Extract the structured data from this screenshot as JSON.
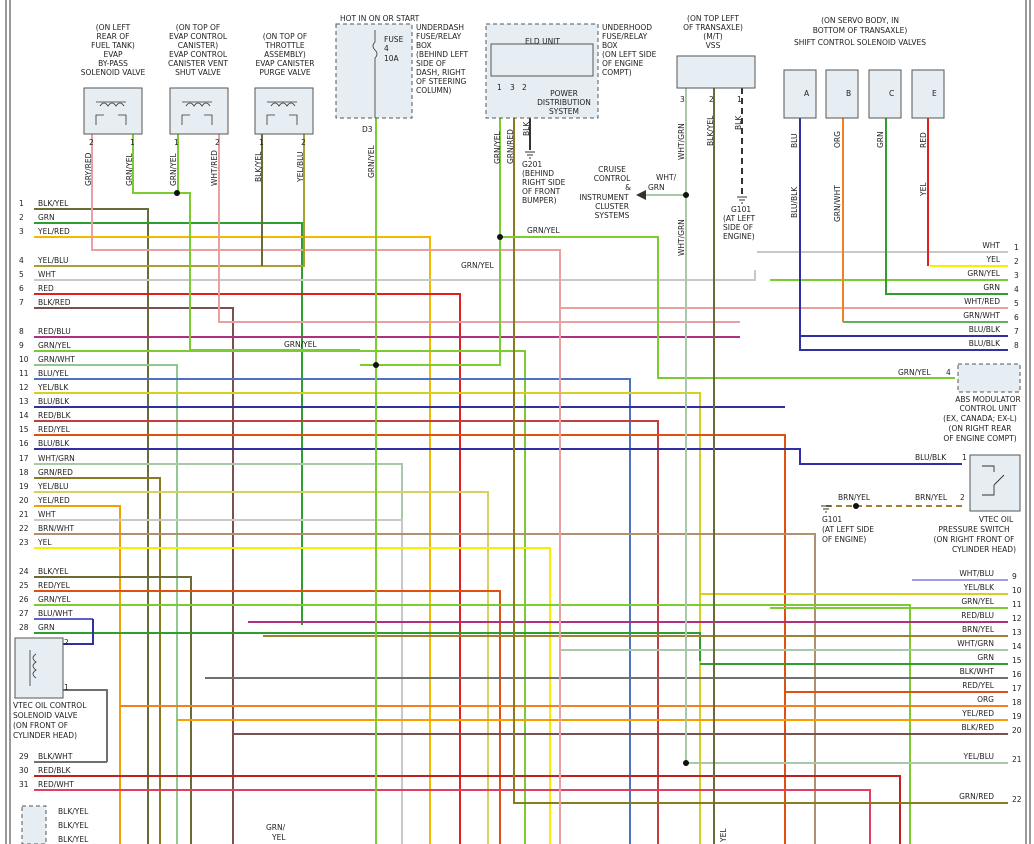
{
  "components": {
    "evap_bypass": [
      "(ON LEFT",
      "REAR OF",
      "FUEL TANK)",
      "EVAP",
      "BY-PASS",
      "SOLENOID VALVE"
    ],
    "evap_vent": [
      "(ON TOP OF",
      "EVAP CONTROL",
      "CANISTER)",
      "EVAP CONTROL",
      "CANISTER VENT",
      "SHUT VALVE"
    ],
    "evap_purge": [
      "(ON TOP OF",
      "THROTTLE",
      "ASSEMBLY)",
      "EVAP CANISTER",
      "PURGE VALVE"
    ],
    "hot_label": "HOT IN ON OR START",
    "fuse": [
      "FUSE",
      "4",
      "10A"
    ],
    "underdash_box": [
      "UNDERDASH",
      "FUSE/RELAY",
      "BOX",
      "(BEHIND LEFT",
      "SIDE OF",
      "DASH, RIGHT",
      "OF STEERING",
      "COLUMN)"
    ],
    "d3": "D3",
    "eld_unit": "ELD UNIT",
    "eld_pins": [
      "1",
      "3",
      "2"
    ],
    "power_dist": [
      "POWER",
      "DISTRIBUTION",
      "SYSTEM"
    ],
    "underhood_box": [
      "UNDERHOOD",
      "FUSE/RELAY",
      "BOX",
      "(ON LEFT SIDE",
      "OF ENGINE",
      "COMPT)"
    ],
    "g201": [
      "G201",
      "(BEHIND",
      "RIGHT SIDE",
      "OF FRONT",
      "BUMPER)"
    ],
    "cruise": [
      "CRUISE",
      "CONTROL",
      "&",
      "INSTRUMENT",
      "CLUSTER",
      "SYSTEMS"
    ],
    "vss": [
      "(ON TOP LEFT",
      "OF TRANSAXLE)",
      "(M/T)",
      "VSS"
    ],
    "vss_pins": [
      "3",
      "2",
      "1"
    ],
    "g101_top": [
      "G101",
      "(AT LEFT",
      "SIDE OF",
      "ENGINE)"
    ],
    "shift_valves": [
      "(ON SERVO BODY, IN",
      "BOTTOM OF TRANSAXLE)",
      "SHIFT CONTROL SOLENOID VALVES"
    ],
    "shift_letters": [
      "A",
      "B",
      "C",
      "E"
    ],
    "abs": [
      "ABS MODULATOR",
      "CONTROL UNIT",
      "(EX, CANADA; EX-L)",
      "(ON RIGHT REAR",
      "OF ENGINE COMPT)"
    ],
    "vtec_switch": [
      "VTEC OIL",
      "PRESSURE SWITCH",
      "(ON RIGHT FRONT OF",
      "CYLINDER HEAD)"
    ],
    "g101_mid": [
      "G101",
      "(AT LEFT SIDE",
      "OF ENGINE)"
    ],
    "vtec_valve": [
      "VTEC OIL CONTROL",
      "SOLENOID VALVE",
      "(ON FRONT OF",
      "CYLINDER HEAD)"
    ]
  },
  "wire_labels": {
    "evap_bypass": [
      "GRY/RED",
      "GRN/YEL"
    ],
    "evap_bypass_pins": [
      "2",
      "1"
    ],
    "evap_vent": [
      "GRN/YEL",
      "WHT/RED"
    ],
    "evap_vent_pins": [
      "1",
      "2"
    ],
    "evap_purge": [
      "BLK/YEL",
      "YEL/BLU"
    ],
    "evap_purge_pins": [
      "1",
      "2"
    ],
    "fuse_out": "GRN/YEL",
    "eld": [
      "GRN/YEL",
      "GRN/RED",
      "BLK"
    ],
    "vss": [
      "WHT/GRN",
      "BLK/YEL",
      "BLK"
    ],
    "vss_lower": "WHT/GRN",
    "cruise_wire": [
      "WHT/",
      "GRN"
    ],
    "shift": [
      "BLU",
      "ORG",
      "GRN",
      "RED"
    ],
    "shift_lower": [
      "BLU/BLK",
      "GRN/WHT",
      "YEL"
    ],
    "mid_grnyel_1": "GRN/YEL",
    "mid_grnyel_2": "GRN/YEL",
    "mid_grnyel_3": "GRN/YEL",
    "abs_wire": "GRN/YEL",
    "abs_pin": "4",
    "vtec_sw_wire": "BLU/BLK",
    "vtec_sw_pins": [
      "1",
      "2"
    ],
    "g101_wire": [
      "BRN/YEL",
      "BRN/YEL"
    ],
    "bottom_grnyel": [
      "GRN/",
      "YEL"
    ],
    "bottom_yel": "YEL",
    "vtec_valve_pins": [
      "2",
      "1"
    ]
  },
  "left_pins": [
    {
      "num": "1",
      "label": "BLK/YEL",
      "color": "#6b6b38"
    },
    {
      "num": "2",
      "label": "GRN",
      "color": "#2e9e2e"
    },
    {
      "num": "3",
      "label": "YEL/RED",
      "color": "#f5b800"
    },
    {
      "num": "4",
      "label": "YEL/BLU",
      "color": "#a8a030"
    },
    {
      "num": "5",
      "label": "WHT",
      "color": "#c8c8c8"
    },
    {
      "num": "6",
      "label": "RED",
      "color": "#e02020"
    },
    {
      "num": "7",
      "label": "BLK/RED",
      "color": "#7a5050"
    },
    {
      "num": "8",
      "label": "RED/BLU",
      "color": "#b03080"
    },
    {
      "num": "9",
      "label": "GRN/YEL",
      "color": "#7acc30"
    },
    {
      "num": "10",
      "label": "GRN/WHT",
      "color": "#90c890"
    },
    {
      "num": "11",
      "label": "BLU/YEL",
      "color": "#5070c0"
    },
    {
      "num": "12",
      "label": "YEL/BLK",
      "color": "#d8d020"
    },
    {
      "num": "13",
      "label": "BLU/BLK",
      "color": "#3030a0"
    },
    {
      "num": "14",
      "label": "RED/BLK",
      "color": "#c04040"
    },
    {
      "num": "15",
      "label": "RED/YEL",
      "color": "#e05010"
    },
    {
      "num": "16",
      "label": "BLU/BLK",
      "color": "#3030a0"
    },
    {
      "num": "17",
      "label": "WHT/GRN",
      "color": "#a8c8a8"
    },
    {
      "num": "18",
      "label": "GRN/RED",
      "color": "#8a7a20"
    },
    {
      "num": "19",
      "label": "YEL/BLU",
      "color": "#d8d060"
    },
    {
      "num": "20",
      "label": "YEL/RED",
      "color": "#f5a000"
    },
    {
      "num": "21",
      "label": "WHT",
      "color": "#c8c8c8"
    },
    {
      "num": "22",
      "label": "BRN/WHT",
      "color": "#b09070"
    },
    {
      "num": "23",
      "label": "YEL",
      "color": "#f5f000"
    },
    {
      "num": "24",
      "label": "BLK/YEL",
      "color": "#6b6b38"
    },
    {
      "num": "25",
      "label": "RED/YEL",
      "color": "#e05010"
    },
    {
      "num": "26",
      "label": "GRN/YEL",
      "color": "#7acc30"
    },
    {
      "num": "27",
      "label": "BLU/WHT",
      "color": "#6060d0"
    },
    {
      "num": "28",
      "label": "GRN",
      "color": "#2e9e2e"
    },
    {
      "num": "29",
      "label": "BLK/WHT",
      "color": "#707070"
    },
    {
      "num": "30",
      "label": "RED/BLK",
      "color": "#c02020"
    },
    {
      "num": "31",
      "label": "RED/WHT",
      "color": "#e04060"
    }
  ],
  "bottom_left_pins": [
    "BLK/YEL",
    "BLK/YEL",
    "BLK/YEL"
  ],
  "right_pins_top": [
    {
      "num": "1",
      "label": "WHT",
      "color": "#c8c8c8"
    },
    {
      "num": "2",
      "label": "YEL",
      "color": "#f5f000"
    },
    {
      "num": "3",
      "label": "GRN/YEL",
      "color": "#7acc30"
    },
    {
      "num": "4",
      "label": "GRN",
      "color": "#2e9e2e"
    },
    {
      "num": "5",
      "label": "WHT/RED",
      "color": "#e8a0a0"
    },
    {
      "num": "6",
      "label": "GRN/WHT",
      "color": "#60b060"
    },
    {
      "num": "7",
      "label": "BLU/BLK",
      "color": "#3030a0"
    },
    {
      "num": "8",
      "label": "BLU/BLK",
      "color": "#3030a0"
    }
  ],
  "right_pins_bottom": [
    {
      "num": "9",
      "label": "WHT/BLU",
      "color": "#a0a0e0"
    },
    {
      "num": "10",
      "label": "YEL/BLK",
      "color": "#d8d020"
    },
    {
      "num": "11",
      "label": "GRN/YEL",
      "color": "#7acc30"
    },
    {
      "num": "12",
      "label": "RED/BLU",
      "color": "#b03080"
    },
    {
      "num": "13",
      "label": "BRN/YEL",
      "color": "#a08030"
    },
    {
      "num": "14",
      "label": "WHT/GRN",
      "color": "#a8c8a8"
    },
    {
      "num": "15",
      "label": "GRN",
      "color": "#2e9e2e"
    },
    {
      "num": "16",
      "label": "BLK/WHT",
      "color": "#707070"
    },
    {
      "num": "17",
      "label": "RED/YEL",
      "color": "#e05010"
    },
    {
      "num": "18",
      "label": "ORG",
      "color": "#f08020"
    },
    {
      "num": "19",
      "label": "YEL/RED",
      "color": "#f5a000"
    },
    {
      "num": "20",
      "label": "BLK/RED",
      "color": "#7a5050"
    },
    {
      "num": "21",
      "label": "YEL/BLU",
      "color": "#d8d060"
    },
    {
      "num": "22",
      "label": "GRN/RED",
      "color": "#8a7a20"
    }
  ]
}
